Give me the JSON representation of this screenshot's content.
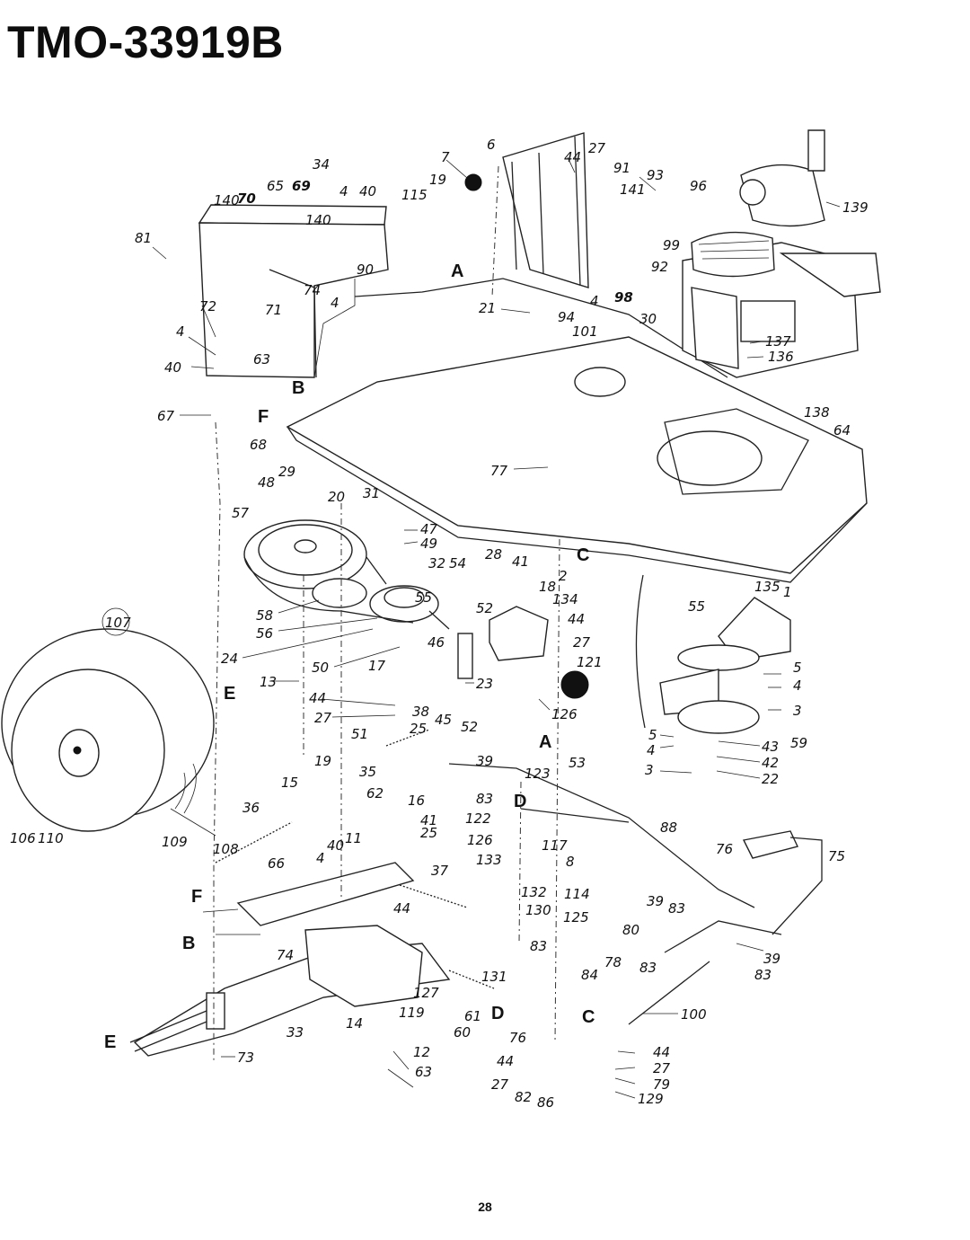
{
  "title": "TMO-33919B",
  "page_number": "28",
  "callouts": [
    {
      "id": "c-6",
      "text": "6"
    },
    {
      "id": "c-7",
      "text": "7"
    },
    {
      "id": "c-27a",
      "text": "27"
    },
    {
      "id": "c-44a",
      "text": "44"
    },
    {
      "id": "c-91",
      "text": "91"
    },
    {
      "id": "c-93",
      "text": "93"
    },
    {
      "id": "c-96",
      "text": "96"
    },
    {
      "id": "c-141",
      "text": "141"
    },
    {
      "id": "c-99",
      "text": "99"
    },
    {
      "id": "c-92",
      "text": "92"
    },
    {
      "id": "c-139",
      "text": "139"
    },
    {
      "id": "c-34",
      "text": "34"
    },
    {
      "id": "c-65",
      "text": "65"
    },
    {
      "id": "c-69",
      "text": "69"
    },
    {
      "id": "c-4a",
      "text": "4"
    },
    {
      "id": "c-40a",
      "text": "40"
    },
    {
      "id": "c-115",
      "text": "115"
    },
    {
      "id": "c-19a",
      "text": "19"
    },
    {
      "id": "c-140",
      "text": "140"
    },
    {
      "id": "c-70",
      "text": "70"
    },
    {
      "id": "c-140b",
      "text": "140"
    },
    {
      "id": "c-81",
      "text": "81"
    },
    {
      "id": "c-90",
      "text": "90"
    },
    {
      "id": "c-74a",
      "text": "74"
    },
    {
      "id": "c-71",
      "text": "71"
    },
    {
      "id": "c-4b",
      "text": "4"
    },
    {
      "id": "c-72",
      "text": "72"
    },
    {
      "id": "c-4c",
      "text": "4"
    },
    {
      "id": "c-40b",
      "text": "40"
    },
    {
      "id": "c-63a",
      "text": "63"
    },
    {
      "id": "c-67",
      "text": "67"
    },
    {
      "id": "c-68",
      "text": "68"
    },
    {
      "id": "c-21",
      "text": "21"
    },
    {
      "id": "c-94",
      "text": "94"
    },
    {
      "id": "c-4d",
      "text": "4"
    },
    {
      "id": "c-98",
      "text": "98"
    },
    {
      "id": "c-30",
      "text": "30"
    },
    {
      "id": "c-101",
      "text": "101"
    },
    {
      "id": "c-137",
      "text": "137"
    },
    {
      "id": "c-136",
      "text": "136"
    },
    {
      "id": "c-138",
      "text": "138"
    },
    {
      "id": "c-64",
      "text": "64"
    },
    {
      "id": "c-77",
      "text": "77"
    },
    {
      "id": "c-48",
      "text": "48"
    },
    {
      "id": "c-29",
      "text": "29"
    },
    {
      "id": "c-20",
      "text": "20"
    },
    {
      "id": "c-31",
      "text": "31"
    },
    {
      "id": "c-57",
      "text": "57"
    },
    {
      "id": "c-47",
      "text": "47"
    },
    {
      "id": "c-49",
      "text": "49"
    },
    {
      "id": "c-28",
      "text": "28"
    },
    {
      "id": "c-41a",
      "text": "41"
    },
    {
      "id": "c-32",
      "text": "32"
    },
    {
      "id": "c-54",
      "text": "54"
    },
    {
      "id": "c-2",
      "text": "2"
    },
    {
      "id": "c-18",
      "text": "18"
    },
    {
      "id": "c-134",
      "text": "134"
    },
    {
      "id": "c-135",
      "text": "135"
    },
    {
      "id": "c-1",
      "text": "1"
    },
    {
      "id": "c-55a",
      "text": "55"
    },
    {
      "id": "c-55b",
      "text": "55"
    },
    {
      "id": "c-52a",
      "text": "52"
    },
    {
      "id": "c-58",
      "text": "58"
    },
    {
      "id": "c-56",
      "text": "56"
    },
    {
      "id": "c-44b",
      "text": "44"
    },
    {
      "id": "c-46",
      "text": "46"
    },
    {
      "id": "c-27b",
      "text": "27"
    },
    {
      "id": "c-24",
      "text": "24"
    },
    {
      "id": "c-107",
      "text": "107"
    },
    {
      "id": "c-50",
      "text": "50"
    },
    {
      "id": "c-17",
      "text": "17"
    },
    {
      "id": "c-121",
      "text": "121"
    },
    {
      "id": "c-5a",
      "text": "5"
    },
    {
      "id": "c-4e",
      "text": "4"
    },
    {
      "id": "c-13",
      "text": "13"
    },
    {
      "id": "c-23",
      "text": "23"
    },
    {
      "id": "c-44c",
      "text": "44"
    },
    {
      "id": "c-126a",
      "text": "126"
    },
    {
      "id": "c-3a",
      "text": "3"
    },
    {
      "id": "c-27c",
      "text": "27"
    },
    {
      "id": "c-38",
      "text": "38"
    },
    {
      "id": "c-25a",
      "text": "25"
    },
    {
      "id": "c-45",
      "text": "45"
    },
    {
      "id": "c-52b",
      "text": "52"
    },
    {
      "id": "c-5b",
      "text": "5"
    },
    {
      "id": "c-4f",
      "text": "4"
    },
    {
      "id": "c-43",
      "text": "43"
    },
    {
      "id": "c-59",
      "text": "59"
    },
    {
      "id": "c-51",
      "text": "51"
    },
    {
      "id": "c-42",
      "text": "42"
    },
    {
      "id": "c-3b",
      "text": "3"
    },
    {
      "id": "c-22",
      "text": "22"
    },
    {
      "id": "c-19b",
      "text": "19"
    },
    {
      "id": "c-35",
      "text": "35"
    },
    {
      "id": "c-39a",
      "text": "39"
    },
    {
      "id": "c-123",
      "text": "123"
    },
    {
      "id": "c-53",
      "text": "53"
    },
    {
      "id": "c-15",
      "text": "15"
    },
    {
      "id": "c-62",
      "text": "62"
    },
    {
      "id": "c-16",
      "text": "16"
    },
    {
      "id": "c-83a",
      "text": "83"
    },
    {
      "id": "c-36",
      "text": "36"
    },
    {
      "id": "c-41b",
      "text": "41"
    },
    {
      "id": "c-25b",
      "text": "25"
    },
    {
      "id": "c-122",
      "text": "122"
    },
    {
      "id": "c-88",
      "text": "88"
    },
    {
      "id": "c-106",
      "text": "106"
    },
    {
      "id": "c-110",
      "text": "110"
    },
    {
      "id": "c-109",
      "text": "109"
    },
    {
      "id": "c-108",
      "text": "108"
    },
    {
      "id": "c-40c",
      "text": "40"
    },
    {
      "id": "c-11",
      "text": "11"
    },
    {
      "id": "c-126b",
      "text": "126"
    },
    {
      "id": "c-117",
      "text": "117"
    },
    {
      "id": "c-76a",
      "text": "76"
    },
    {
      "id": "c-75",
      "text": "75"
    },
    {
      "id": "c-66",
      "text": "66"
    },
    {
      "id": "c-4g",
      "text": "4"
    },
    {
      "id": "c-37",
      "text": "37"
    },
    {
      "id": "c-133",
      "text": "133"
    },
    {
      "id": "c-8",
      "text": "8"
    },
    {
      "id": "c-132",
      "text": "132"
    },
    {
      "id": "c-114",
      "text": "114"
    },
    {
      "id": "c-44d",
      "text": "44"
    },
    {
      "id": "c-130",
      "text": "130"
    },
    {
      "id": "c-125",
      "text": "125"
    },
    {
      "id": "c-39b",
      "text": "39"
    },
    {
      "id": "c-83b",
      "text": "83"
    },
    {
      "id": "c-80",
      "text": "80"
    },
    {
      "id": "c-74b",
      "text": "74"
    },
    {
      "id": "c-83c",
      "text": "83"
    },
    {
      "id": "c-131",
      "text": "131"
    },
    {
      "id": "c-39c",
      "text": "39"
    },
    {
      "id": "c-83d",
      "text": "83"
    },
    {
      "id": "c-127",
      "text": "127"
    },
    {
      "id": "c-84",
      "text": "84"
    },
    {
      "id": "c-78",
      "text": "78"
    },
    {
      "id": "c-83e",
      "text": "83"
    },
    {
      "id": "c-119",
      "text": "119"
    },
    {
      "id": "c-61",
      "text": "61"
    },
    {
      "id": "c-14",
      "text": "14"
    },
    {
      "id": "c-33",
      "text": "33"
    },
    {
      "id": "c-60",
      "text": "60"
    },
    {
      "id": "c-100",
      "text": "100"
    },
    {
      "id": "c-76b",
      "text": "76"
    },
    {
      "id": "c-44e",
      "text": "44"
    },
    {
      "id": "c-73",
      "text": "73"
    },
    {
      "id": "c-12",
      "text": "12"
    },
    {
      "id": "c-27d",
      "text": "27"
    },
    {
      "id": "c-44f",
      "text": "44"
    },
    {
      "id": "c-63b",
      "text": "63"
    },
    {
      "id": "c-27e",
      "text": "27"
    },
    {
      "id": "c-79",
      "text": "79"
    },
    {
      "id": "c-82",
      "text": "82"
    },
    {
      "id": "c-86",
      "text": "86"
    },
    {
      "id": "c-129",
      "text": "129"
    }
  ],
  "reference_letters": [
    {
      "id": "A1",
      "text": "A"
    },
    {
      "id": "A2",
      "text": "A"
    },
    {
      "id": "B1",
      "text": "B"
    },
    {
      "id": "B2",
      "text": "B"
    },
    {
      "id": "C1",
      "text": "C"
    },
    {
      "id": "C2",
      "text": "C"
    },
    {
      "id": "D1",
      "text": "D"
    },
    {
      "id": "D2",
      "text": "D"
    },
    {
      "id": "E1",
      "text": "E"
    },
    {
      "id": "E2",
      "text": "E"
    },
    {
      "id": "F1",
      "text": "F"
    },
    {
      "id": "F2",
      "text": "F"
    }
  ]
}
